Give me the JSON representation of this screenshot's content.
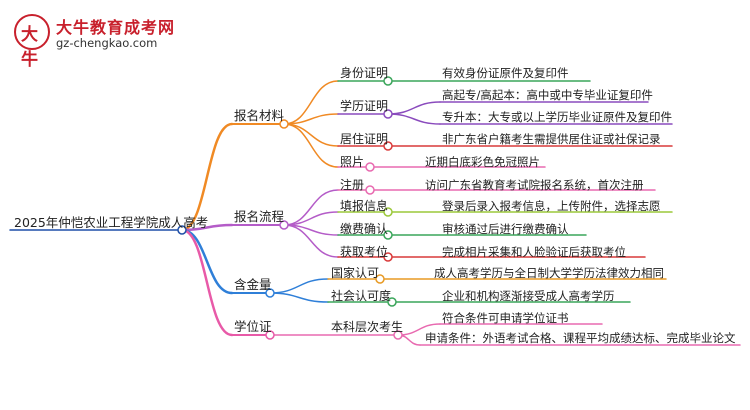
{
  "logo": {
    "mark": "大牛",
    "title": "大牛教育成考网",
    "url": "gz-chengkao.com"
  },
  "root": "2025年仲恺农业工程学院成人高考",
  "colors": {
    "materials": "#f08a24",
    "process": "#b45cc8",
    "value": "#2f7fd8",
    "degree": "#e85aa8",
    "l_id": "#3aa55a",
    "l_edu": "#8a4bbd",
    "l_res": "#d93a3a",
    "l_photo": "#e86ab0",
    "l_reg": "#e86ab0",
    "l_fill": "#9bc83a",
    "l_pay": "#3aa55a",
    "l_seat": "#d93a3a",
    "l_nat": "#e89a24",
    "l_soc": "#3aa55a",
    "l_deg": "#e86ab0"
  },
  "branches": {
    "materials": "报名材料",
    "process": "报名流程",
    "value": "含金量",
    "degree": "学位证"
  },
  "nodes": {
    "id_cert": "身份证明",
    "edu_cert": "学历证明",
    "res_cert": "居住证明",
    "photo": "照片",
    "register": "注册",
    "fill_info": "填报信息",
    "pay": "缴费确认",
    "seat": "获取考位",
    "national": "国家认可",
    "social": "社会认可度",
    "bachelor": "本科层次考生"
  },
  "leaves": {
    "id_cert": "有效身份证原件及复印件",
    "edu_1": "高起专/高起本：高中或中专毕业证复印件",
    "edu_2": "专升本：大专或以上学历毕业证原件及复印件",
    "res_cert": "非广东省户籍考生需提供居住证或社保记录",
    "photo": "近期白底彩色免冠照片",
    "register": "访问广东省教育考试院报名系统，首次注册",
    "fill_info": "登录后录入报考信息，上传附件，选择志愿",
    "pay": "审核通过后进行缴费确认",
    "seat": "完成相片采集和人脸验证后获取考位",
    "national": "成人高考学历与全日制大学学历法律效力相同",
    "social": "企业和机构逐渐接受成人高考学历",
    "deg_1": "符合条件可申请学位证书",
    "deg_2": "申请条件：外语考试合格、课程平均成绩达标、完成毕业论文"
  }
}
